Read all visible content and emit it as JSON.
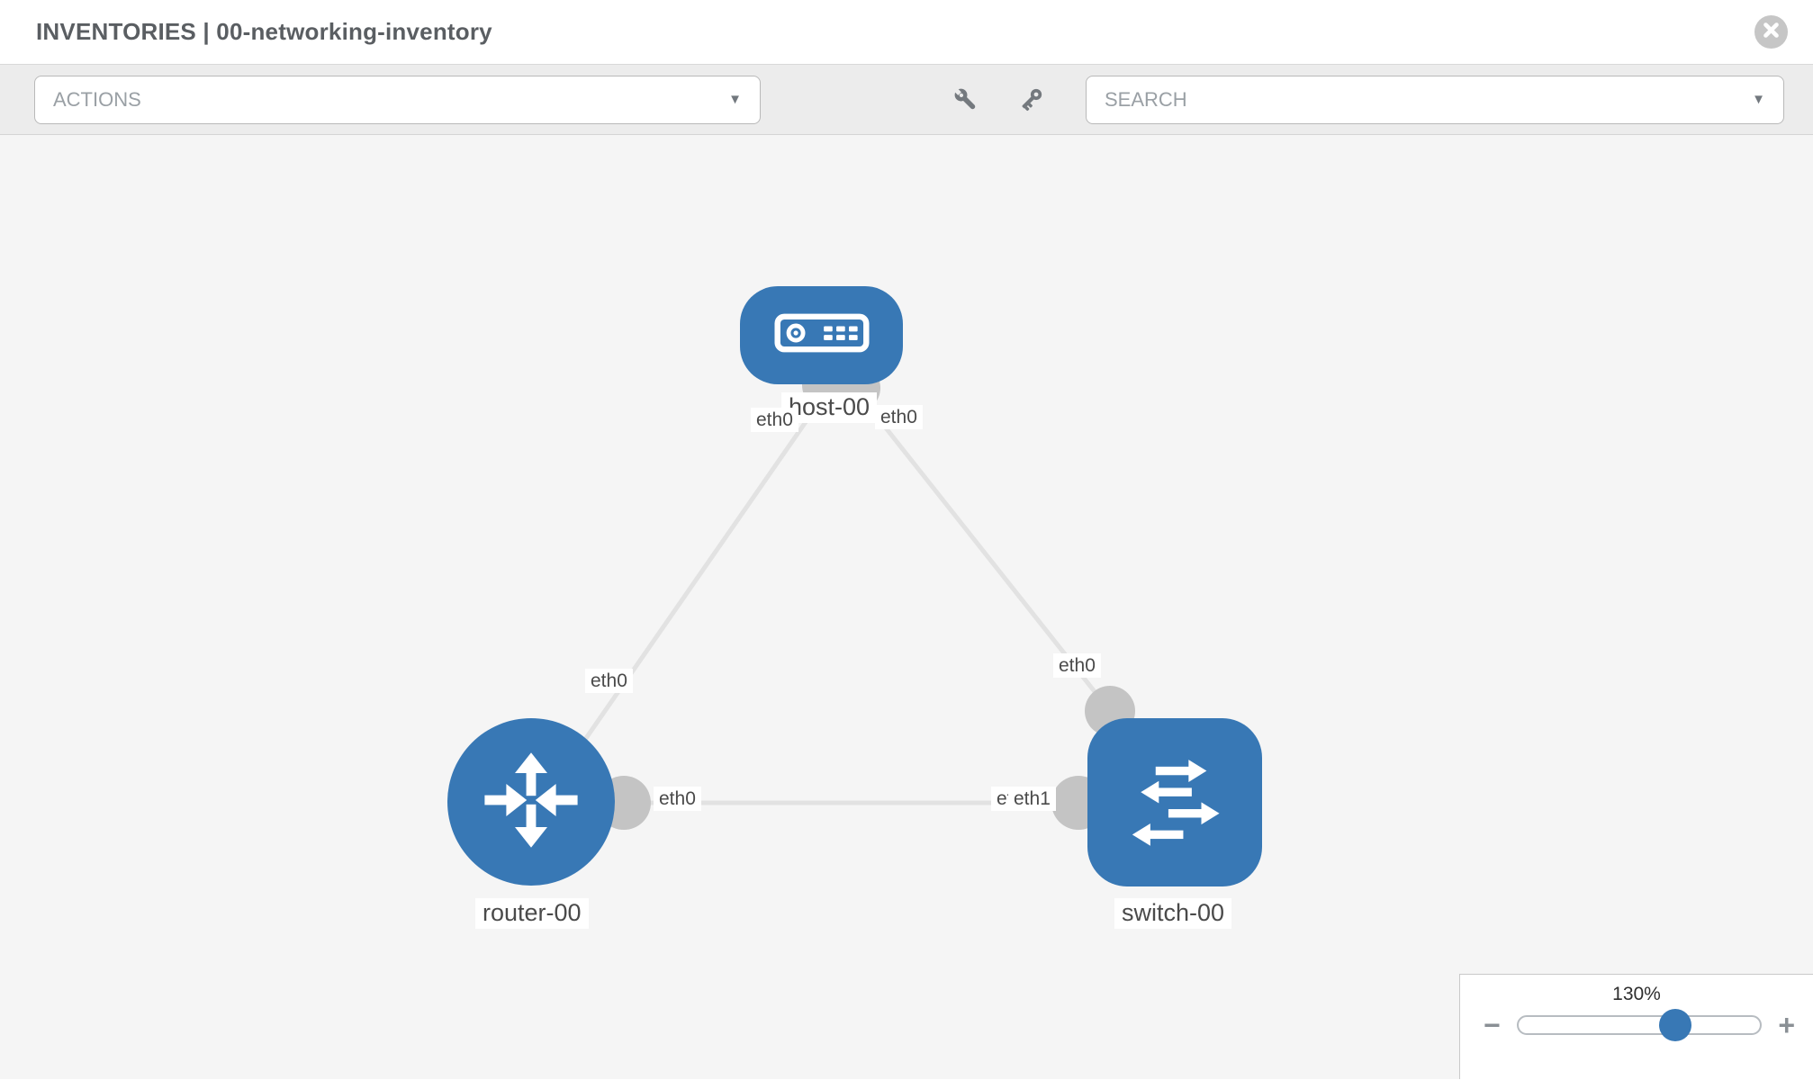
{
  "header": {
    "title": "INVENTORIES | 00-networking-inventory"
  },
  "toolbar": {
    "actions_label": "ACTIONS",
    "search_label": "SEARCH",
    "caret_glyph": "▼",
    "icons": [
      "wrench-icon",
      "key-icon"
    ]
  },
  "topology": {
    "node_labels": {
      "host": "host-00",
      "router": "router-00",
      "switch": "switch-00"
    },
    "interface_chips": {
      "host_left": "eth0",
      "host_right": "eth0",
      "host_router_link": "eth0",
      "host_switch_link": "eth0",
      "router_right": "eth0",
      "switch_back": "eth0",
      "switch_front": "eth1"
    },
    "links": [
      {
        "source": "host-00",
        "source_interface": "eth0",
        "target": "router-00",
        "target_interface": "eth0"
      },
      {
        "source": "host-00",
        "source_interface": "eth0",
        "target": "switch-00",
        "target_interface": "eth0"
      },
      {
        "source": "router-00",
        "source_interface": "eth0",
        "target": "switch-00",
        "target_interface": "eth1"
      }
    ]
  },
  "zoom_control": {
    "value": "130%",
    "percent": 65,
    "minus_glyph": "−",
    "plus_glyph": "+"
  },
  "colors": {
    "node_blue": "#3878b5",
    "link_gray": "#e2e2e2",
    "connector_gray": "#c4c4c4",
    "canvas_bg": "#f5f5f5",
    "toolbar_bg": "#ececec",
    "icon_gray": "#74797e"
  }
}
